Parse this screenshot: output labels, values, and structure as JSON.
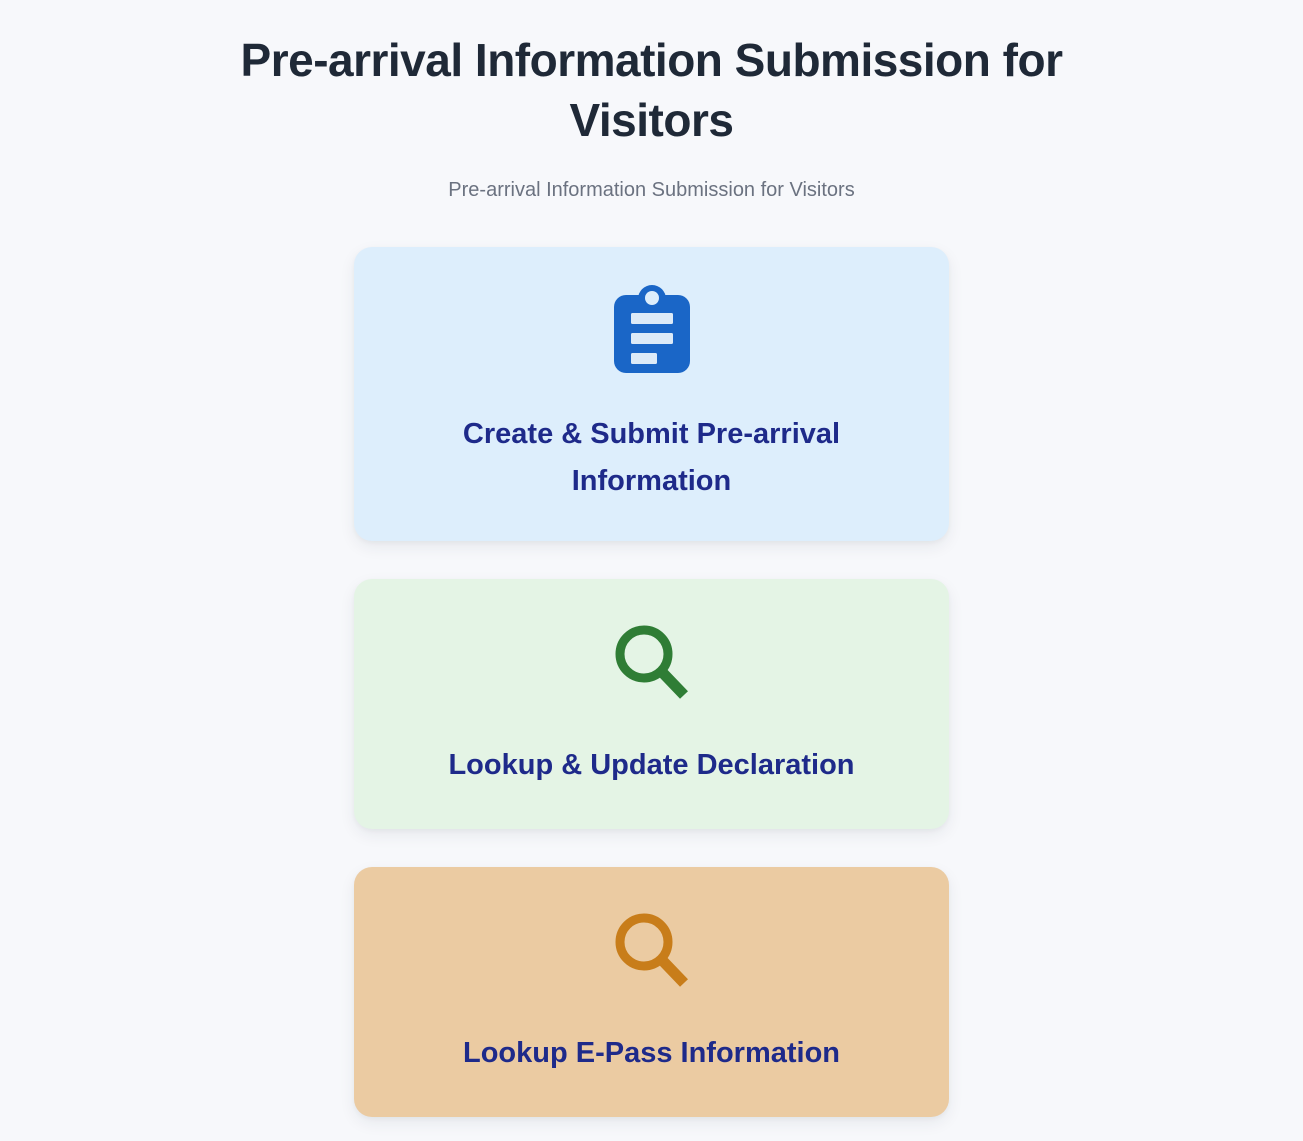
{
  "header": {
    "title": "Pre-arrival Information Submission for Visitors",
    "subtitle": "Pre-arrival Information Submission for Visitors"
  },
  "theme": {
    "page_background": "#f7f8fb",
    "title_color": "#1f2937",
    "subtitle_color": "#6b7280",
    "card_label_color": "#1e2a8a"
  },
  "cards": [
    {
      "id": "create-submit-pre-arrival-information",
      "label": "Create & Submit Pre-arrival Information",
      "icon": "clipboard-icon",
      "background_color": "#ddeefc",
      "icon_color": "#1a66c7"
    },
    {
      "id": "lookup-update-declaration",
      "label": "Lookup & Update Declaration",
      "icon": "magnifier-icon",
      "background_color": "#e4f4e5",
      "icon_color": "#2f7d35"
    },
    {
      "id": "lookup-e-pass-information",
      "label": "Lookup E-Pass Information",
      "icon": "magnifier-icon",
      "background_color": "#ebcba2",
      "icon_color": "#c87d1a"
    }
  ]
}
